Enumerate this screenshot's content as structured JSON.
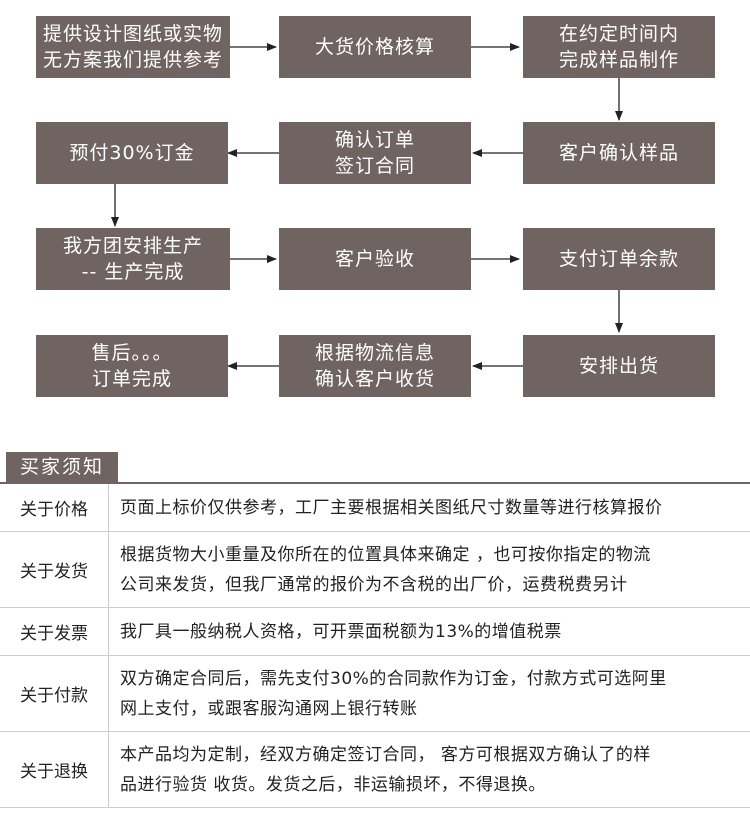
{
  "flow": {
    "steps": [
      {
        "lines": [
          "提供设计图纸或实物",
          "无方案我们提供参考"
        ]
      },
      {
        "lines": [
          "大货价格核算"
        ]
      },
      {
        "lines": [
          "在约定时间内",
          "完成样品制作"
        ]
      },
      {
        "lines": [
          "客户确认样品"
        ]
      },
      {
        "lines": [
          "确认订单",
          "签订合同"
        ]
      },
      {
        "lines": [
          "预付30%订金"
        ]
      },
      {
        "lines": [
          "我方团安排生产",
          "-- 生产完成"
        ]
      },
      {
        "lines": [
          "客户验收"
        ]
      },
      {
        "lines": [
          "支付订单余款"
        ]
      },
      {
        "lines": [
          "安排出货"
        ]
      },
      {
        "lines": [
          "根据物流信息",
          "确认客户收货"
        ]
      },
      {
        "lines": [
          "售后。。。",
          "订单完成"
        ]
      }
    ]
  },
  "notice": {
    "title": "买家须知",
    "rows": [
      {
        "label": "关于价格",
        "lines": [
          "页面上标价仅供参考，工厂主要根据相关图纸尺寸数量等进行核算报价"
        ]
      },
      {
        "label": "关于发货",
        "lines": [
          "根据货物大小重量及你所在的位置具体来确定 ，也可按你指定的物流",
          "公司来发货，但我厂通常的报价为不含税的出厂价，运费税费另计"
        ]
      },
      {
        "label": "关于发票",
        "lines": [
          "我厂具一般纳税人资格，可开票面税额为13%的增值税票"
        ]
      },
      {
        "label": "关于付款",
        "lines": [
          "双方确定合同后，需先支付30%的合同款作为订金，付款方式可选阿里",
          "网上支付，或跟客服沟通网上银行转账"
        ]
      },
      {
        "label": "关于退换",
        "lines": [
          "本产品均为定制，经双方确定签订合同， 客方可根据双方确认了的样",
          "品进行验货 收货。发货之后，非运输损坏，不得退换。"
        ]
      }
    ]
  },
  "colors": {
    "box": "#6f6461",
    "arrow": "#222222",
    "border": "#cfcfcf"
  }
}
